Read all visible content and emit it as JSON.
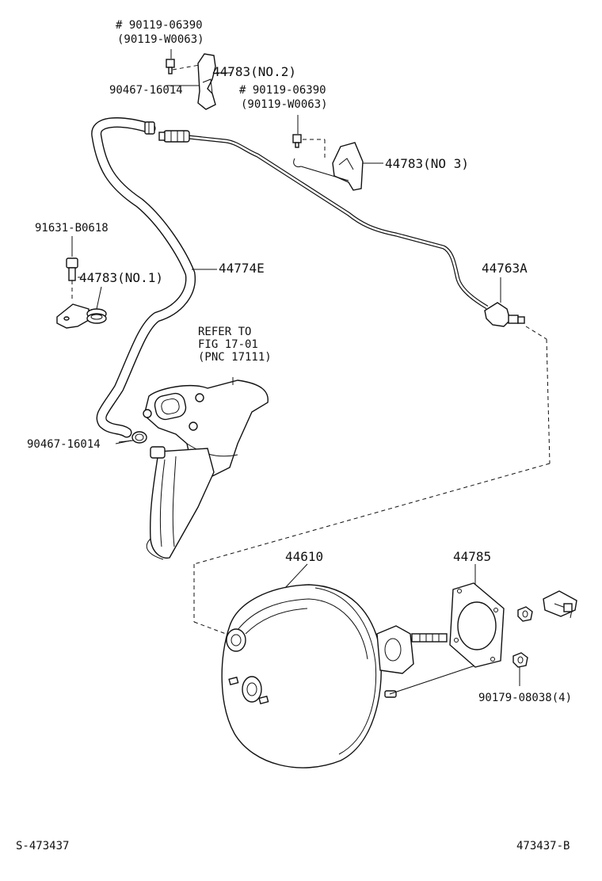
{
  "labels": {
    "bolt_no2": "# 90119-06390",
    "bolt_no2_alt": "(90119-W0063)",
    "bracket_no2": "44783(NO.2)",
    "clip_top": "90467-16014",
    "bolt_no3": "# 90119-06390",
    "bolt_no3_alt": "(90119-W0063)",
    "bracket_no3": "44783(NO 3)",
    "bolt_no1": "91631-B0618",
    "bracket_no1": "44783(NO.1)",
    "hose": "44774E",
    "valve": "44763A",
    "refer_line1": "REFER TO",
    "refer_line2": "FIG 17-01",
    "refer_line3": "(PNC 17111)",
    "clip_bottom": "90467-16014",
    "booster": "44610",
    "gasket": "44785",
    "nut": "90179-08038(4)",
    "footer_left": "S-473437",
    "footer_right": "473437-B"
  }
}
